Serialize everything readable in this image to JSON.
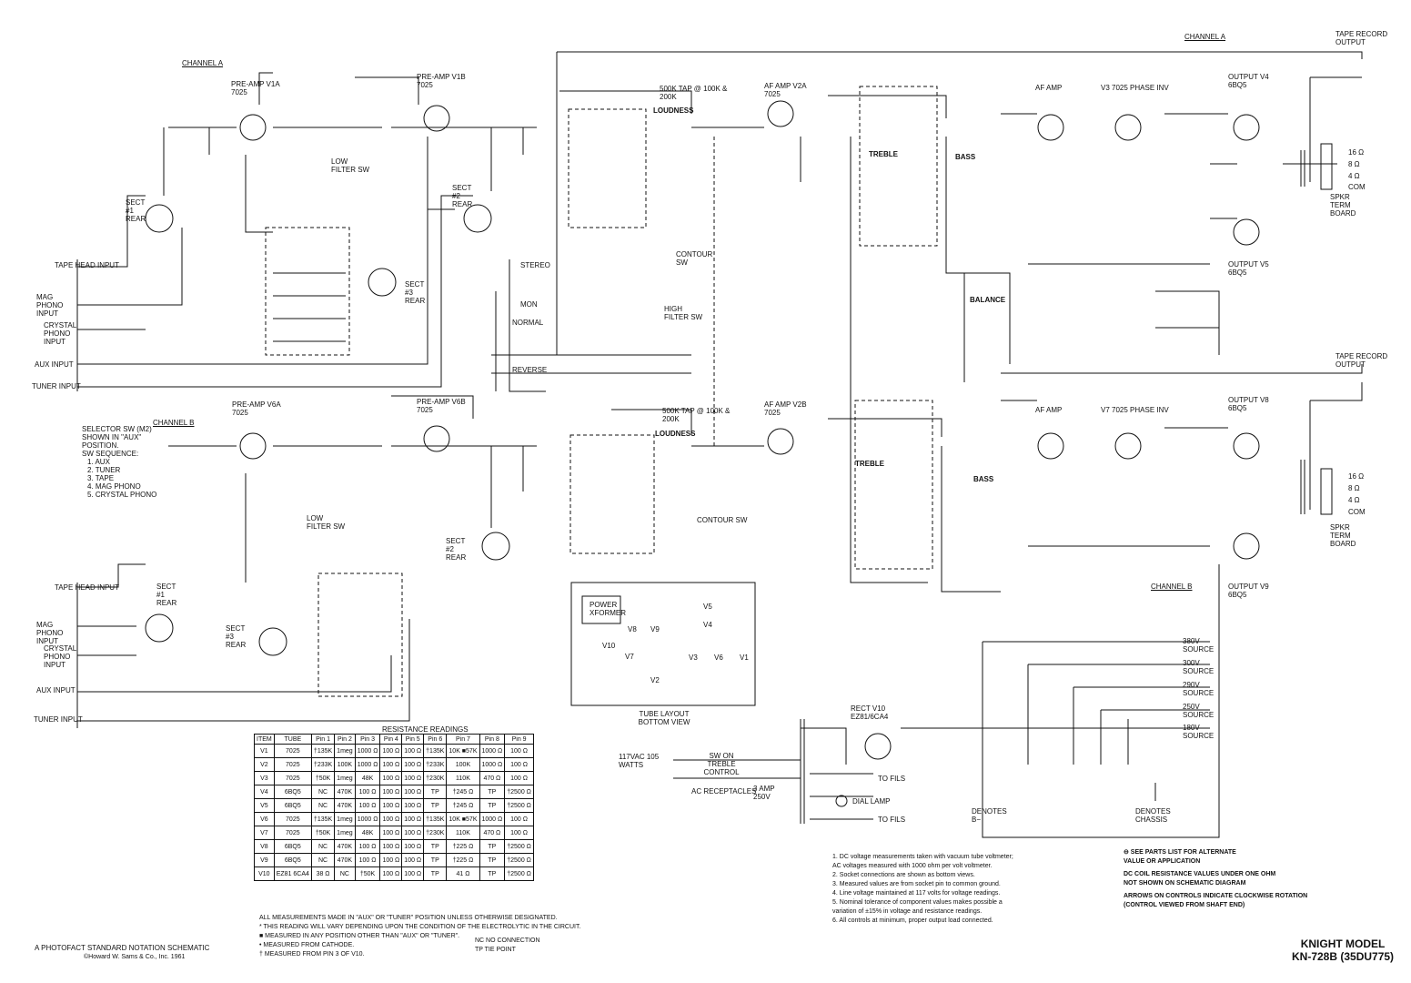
{
  "header": {
    "channel_a_left": "CHANNEL A",
    "channel_a_right": "CHANNEL A",
    "channel_b_left": "CHANNEL B",
    "channel_b_right": "CHANNEL B",
    "tape_record_output_a": "TAPE RECORD OUTPUT",
    "tape_record_output_b": "TAPE RECORD OUTPUT"
  },
  "inputs": {
    "a": [
      "TAPE HEAD INPUT",
      "MAG PHONO INPUT",
      "CRYSTAL PHONO INPUT",
      "AUX INPUT",
      "TUNER INPUT"
    ],
    "b": [
      "TAPE HEAD INPUT",
      "MAG PHONO INPUT",
      "CRYSTAL PHONO INPUT",
      "AUX INPUT",
      "TUNER INPUT"
    ]
  },
  "tubes": {
    "v1a": "PRE-AMP V1A 7025",
    "v1b": "PRE-AMP V1B 7025",
    "v2a": "AF AMP V2A 7025",
    "v3": "AF AMP",
    "v3b": "V3 7025 PHASE INV",
    "v4": "OUTPUT V4 6BQ5",
    "v5": "OUTPUT V5 6BQ5",
    "v6a": "PRE-AMP V6A 7025",
    "v6b": "PRE-AMP V6B 7025",
    "v2b": "AF AMP V2B 7025",
    "v7": "V7 7025 PHASE INV",
    "v8": "OUTPUT V8 6BQ5",
    "v9": "OUTPUT V9 6BQ5",
    "v10": "RECT V10 EZ81/6CA4"
  },
  "labels": {
    "loudness_tap_a": "500K TAP @ 100K & 200K",
    "loudness_tap_b": "500K TAP @ 100K & 200K",
    "loudness": "LOUDNESS",
    "treble": "TREBLE",
    "bass": "BASS",
    "balance": "BALANCE",
    "contour_sw": "CONTOUR SW",
    "stereo": "STEREO",
    "mon": "MON",
    "normal": "NORMAL",
    "reverse": "REVERSE",
    "high_filter": "HIGH FILTER SW",
    "low_filter": "LOW FILTER SW",
    "spkr_term_board": "SPKR TERM BOARD",
    "speaker_taps": [
      "16 Ω",
      "8 Ω",
      "4 Ω",
      "COM"
    ],
    "selector_note": [
      "SELECTOR SW (M2)",
      "SHOWN IN \"AUX\"",
      "POSITION.",
      "SW SEQUENCE:",
      "1. AUX",
      "2. TUNER",
      "3. TAPE",
      "4. MAG PHONO",
      "5. CRYSTAL PHONO"
    ],
    "sect1": "SECT #1 REAR",
    "sect2": "SECT #2 REAR",
    "sect3": "SECT #3 REAR",
    "power_supply": {
      "line": "117VAC 105 WATTS",
      "sw_on_treble": "SW ON TREBLE CONTROL",
      "ac_receptacles": "AC RECEPTACLES",
      "fuse": "3 AMP 250V",
      "to_fils": "TO FILS",
      "dial_lamp": "DIAL LAMP",
      "denotes_b": "DENOTES B−",
      "denotes_chassis": "DENOTES CHASSIS",
      "sources": [
        "380V SOURCE",
        "300V SOURCE",
        "290V SOURCE",
        "250V SOURCE",
        "180V SOURCE"
      ]
    },
    "tube_layout": "TUBE LAYOUT BOTTOM VIEW",
    "power_xformer": "POWER XFORMER",
    "layout_tubes": [
      "V5",
      "V8",
      "V9",
      "V4",
      "V10",
      "V7",
      "V3",
      "V6",
      "V1",
      "V2"
    ]
  },
  "resistance_table": {
    "title": "RESISTANCE READINGS",
    "columns": [
      "ITEM",
      "TUBE",
      "Pin 1",
      "Pin 2",
      "Pin 3",
      "Pin 4",
      "Pin 5",
      "Pin 6",
      "Pin 7",
      "Pin 8",
      "Pin 9"
    ],
    "rows": [
      [
        "V1",
        "7025",
        "†135K",
        "1meg",
        "1000 Ω",
        "100 Ω",
        "100 Ω",
        "†135K",
        "10K ■57K",
        "1000 Ω",
        "100 Ω"
      ],
      [
        "V2",
        "7025",
        "†233K",
        "100K",
        "1000 Ω",
        "100 Ω",
        "100 Ω",
        "†233K",
        "100K",
        "1000 Ω",
        "100 Ω"
      ],
      [
        "V3",
        "7025",
        "†50K",
        "1meg",
        "48K",
        "100 Ω",
        "100 Ω",
        "†230K",
        "110K",
        "470 Ω",
        "100 Ω"
      ],
      [
        "V4",
        "6BQ5",
        "NC",
        "470K",
        "100 Ω",
        "100 Ω",
        "100 Ω",
        "TP",
        "†245 Ω",
        "TP",
        "†2500 Ω"
      ],
      [
        "V5",
        "6BQ5",
        "NC",
        "470K",
        "100 Ω",
        "100 Ω",
        "100 Ω",
        "TP",
        "†245 Ω",
        "TP",
        "†2500 Ω"
      ],
      [
        "V6",
        "7025",
        "†135K",
        "1meg",
        "1000 Ω",
        "100 Ω",
        "100 Ω",
        "†135K",
        "10K ■57K",
        "1000 Ω",
        "100 Ω"
      ],
      [
        "V7",
        "7025",
        "†50K",
        "1meg",
        "48K",
        "100 Ω",
        "100 Ω",
        "†230K",
        "110K",
        "470 Ω",
        "100 Ω"
      ],
      [
        "V8",
        "6BQ5",
        "NC",
        "470K",
        "100 Ω",
        "100 Ω",
        "100 Ω",
        "TP",
        "†225 Ω",
        "TP",
        "†2500 Ω"
      ],
      [
        "V9",
        "6BQ5",
        "NC",
        "470K",
        "100 Ω",
        "100 Ω",
        "100 Ω",
        "TP",
        "†225 Ω",
        "TP",
        "†2500 Ω"
      ],
      [
        "V10",
        "EZ81 6CA4",
        "38 Ω",
        "NC",
        "†50K",
        "100 Ω",
        "100 Ω",
        "TP",
        "41 Ω",
        "TP",
        "†2500 Ω"
      ]
    ],
    "footnotes": [
      "ALL MEASUREMENTS MADE IN \"AUX\" OR \"TUNER\" POSITION UNLESS OTHERWISE DESIGNATED.",
      "*  THIS READING WILL VARY DEPENDING UPON THE CONDITION OF THE ELECTROLYTIC IN THE CIRCUIT.",
      "■  MEASURED IN ANY POSITION OTHER THAN \"AUX\" OR \"TUNER\".",
      "•  MEASURED FROM CATHODE.",
      "†  MEASURED FROM PIN 3 OF V10."
    ],
    "legend": [
      "NC   NO CONNECTION",
      "TP   TIE POINT"
    ]
  },
  "notes": [
    "1.  DC voltage measurements taken with vacuum tube voltmeter;",
    "     AC voltages measured with 1000 ohm per volt voltmeter.",
    "2.  Socket connections are shown as bottom views.",
    "3.  Measured values are from socket pin to common ground.",
    "4.  Line voltage maintained at 117 volts for voltage readings.",
    "5.  Nominal tolerance of component values makes possible a",
    "     variation of ±15% in voltage and resistance readings.",
    "6.  All controls at minimum, proper output load connected."
  ],
  "legend_right": [
    "⊖ SEE PARTS LIST FOR ALTERNATE",
    "   VALUE OR APPLICATION",
    "DC COIL RESISTANCE VALUES UNDER ONE OHM",
    "NOT SHOWN ON SCHEMATIC DIAGRAM",
    "ARROWS ON CONTROLS INDICATE CLOCKWISE ROTATION",
    "(CONTROL VIEWED FROM SHAFT END)"
  ],
  "footer": {
    "photofact": "A PHOTOFACT STANDARD NOTATION SCHEMATIC",
    "copyright": "©Howard W. Sams & Co., Inc. 1961",
    "model_line1": "KNIGHT MODEL",
    "model_line2": "KN-728B (35DU775)"
  }
}
